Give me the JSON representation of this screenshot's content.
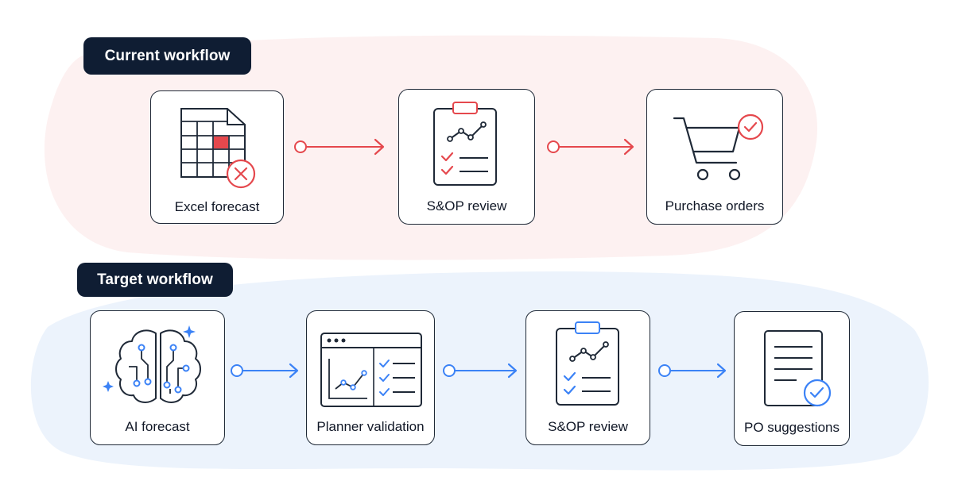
{
  "current": {
    "label": "Current workflow",
    "accent": "#e5484d",
    "steps": [
      {
        "label": "Excel forecast",
        "icon": "spreadsheet-error-icon"
      },
      {
        "label": "S&OP review",
        "icon": "clipboard-chart-icon"
      },
      {
        "label": "Purchase orders",
        "icon": "cart-check-icon"
      }
    ]
  },
  "target": {
    "label": "Target workflow",
    "accent": "#3b82f6",
    "steps": [
      {
        "label": "AI forecast",
        "icon": "ai-brain-icon"
      },
      {
        "label": "Planner validation",
        "icon": "dashboard-validation-icon"
      },
      {
        "label": "S&OP review",
        "icon": "clipboard-chart-icon"
      },
      {
        "label": "PO suggestions",
        "icon": "document-check-icon"
      }
    ]
  }
}
